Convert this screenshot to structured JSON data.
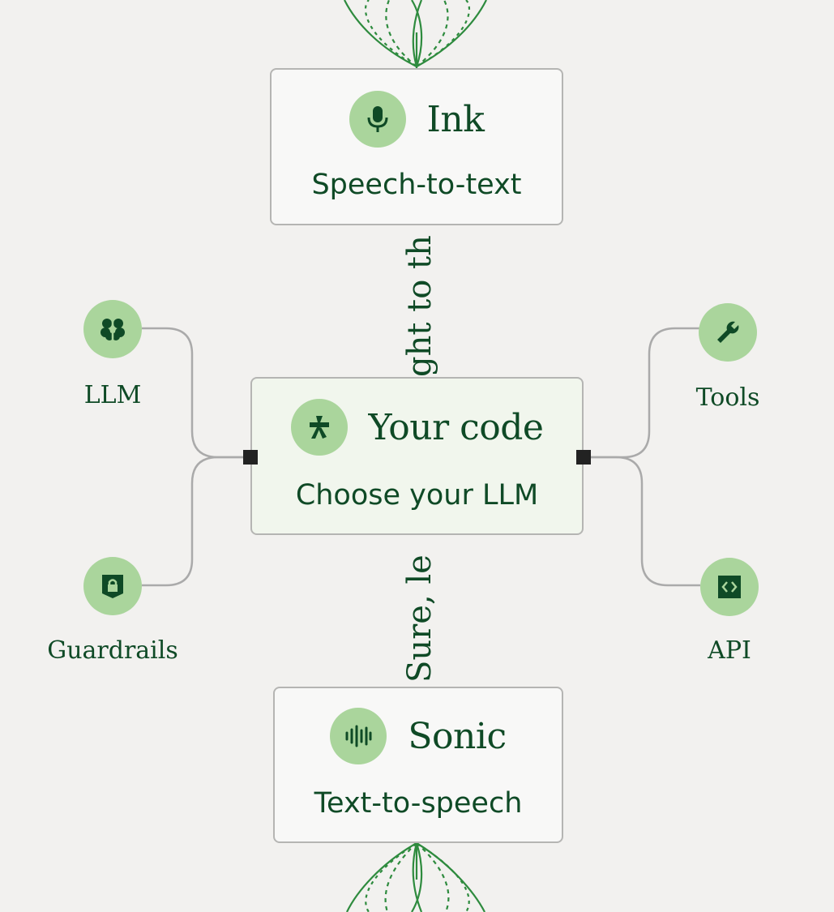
{
  "cards": {
    "ink": {
      "title": "Ink",
      "subtitle": "Speech-to-text"
    },
    "center": {
      "title": "Your code",
      "subtitle": "Choose your LLM"
    },
    "sonic": {
      "title": "Sonic",
      "subtitle": "Text-to-speech"
    }
  },
  "nodes": {
    "llm": {
      "label": "LLM",
      "icon": "brain-icon"
    },
    "guardrails": {
      "label": "Guardrails",
      "icon": "shield-lock-icon"
    },
    "tools": {
      "label": "Tools",
      "icon": "wrench-icon"
    },
    "api": {
      "label": "API",
      "icon": "code-box-icon"
    }
  },
  "flow_text": {
    "upper": "ght to th",
    "lower": "Sure, le"
  },
  "colors": {
    "background": "#f2f1ef",
    "text": "#0f4a26",
    "badge": "#aad59c",
    "card_border": "#b5b5b3",
    "connector": "#aaaaaa",
    "leaf": "#2e8b3e"
  }
}
